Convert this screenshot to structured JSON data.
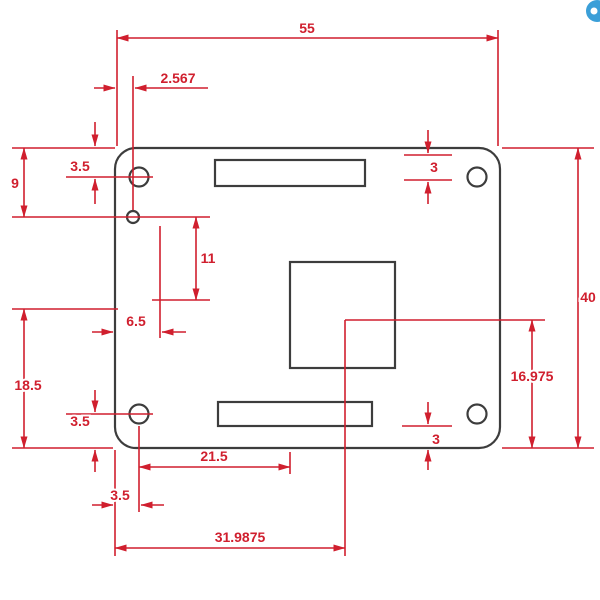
{
  "drawing": {
    "dimensions": {
      "overall_width": "55",
      "pilot_hole_offset_x": "2.567",
      "top_hole_from_top_edge": "3.5",
      "pilot_hole_from_top_edge": "9",
      "top_right_offset": "3",
      "overall_height": "40",
      "pilot_to_feature": "11",
      "feature_from_left_edge": "6.5",
      "lower_left_ref": "18.5",
      "chip_center_from_bottom": "16.975",
      "bottom_hole_from_bottom_edge": "3.5",
      "bottom_right_offset": "3",
      "bottom_hole_to_chip_edge": "21.5",
      "bottom_hole_from_left_edge": "3.5",
      "chip_center_from_left_edge": "31.9875"
    },
    "colors": {
      "dimension": "#d01f2e",
      "outline": "#3d3d3d",
      "background": "#ffffff",
      "watermark": "#3b9fd8"
    }
  }
}
